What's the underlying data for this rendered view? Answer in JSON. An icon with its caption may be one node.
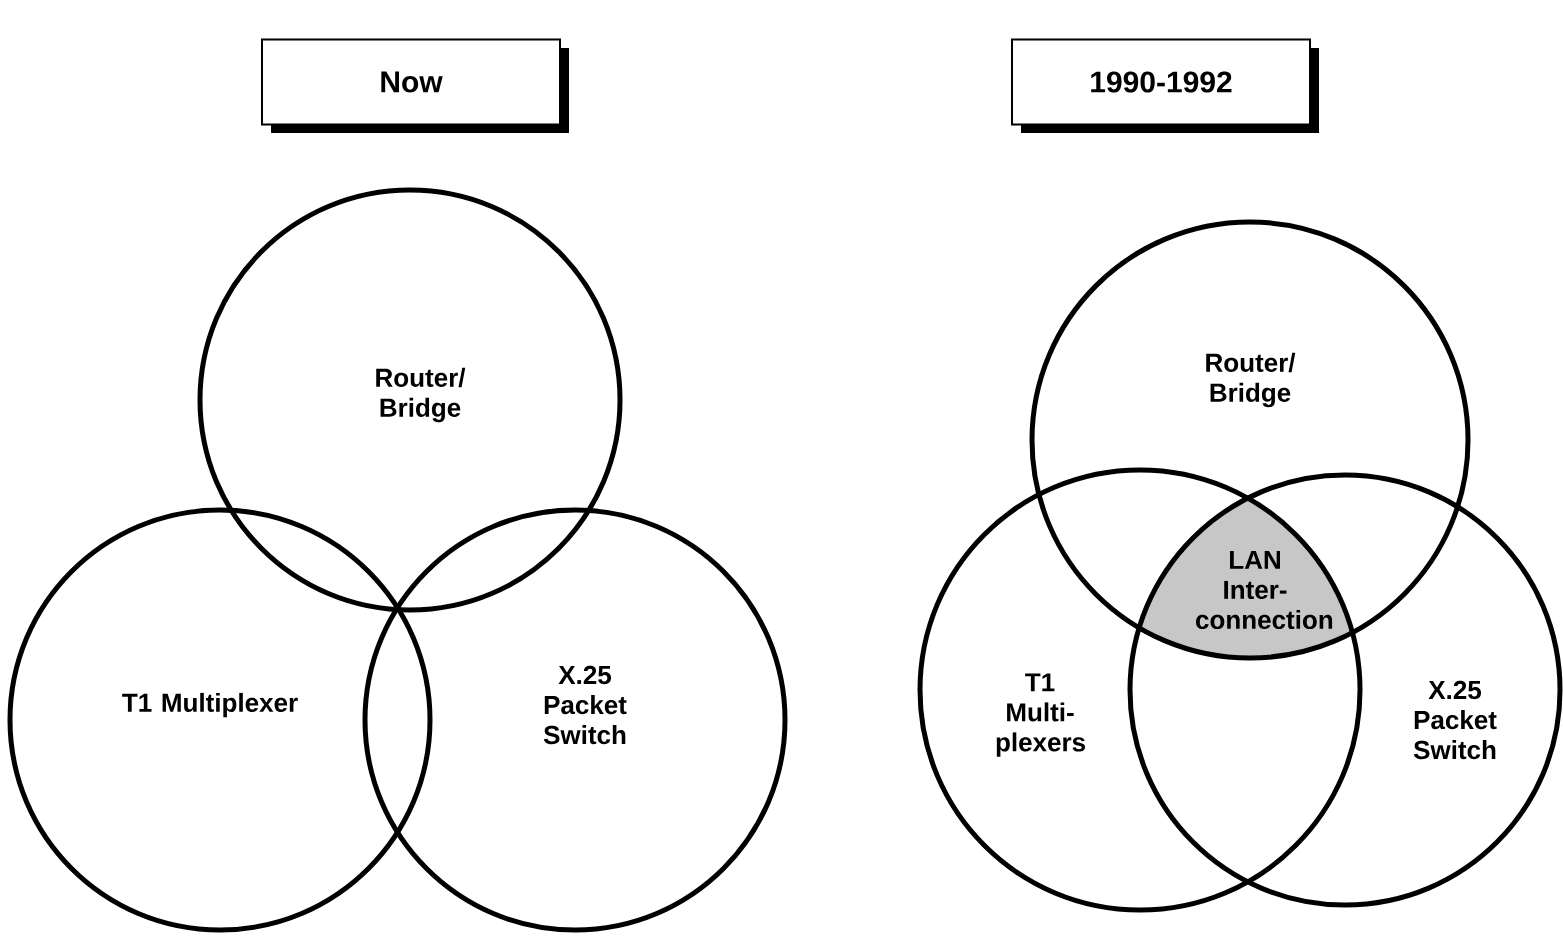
{
  "diagram": {
    "nodes": [
      {
        "text": [
          "Now"
        ]
      },
      {
        "text": [
          "1990-1992"
        ]
      },
      {
        "text": [
          "Router/ Bridge"
        ]
      },
      {
        "text": [
          "T1 Multiplexer"
        ]
      },
      {
        "text": [
          "X.25 Packet Switch"
        ]
      },
      {
        "text": [
          "Router/ Bridge"
        ]
      },
      {
        "text": [
          "T1 Multi-plexers"
        ]
      },
      {
        "text": [
          "X.25 Packet Switch"
        ]
      },
      {
        "text": [
          "LAN Inter-connection"
        ]
      }
    ]
  }
}
